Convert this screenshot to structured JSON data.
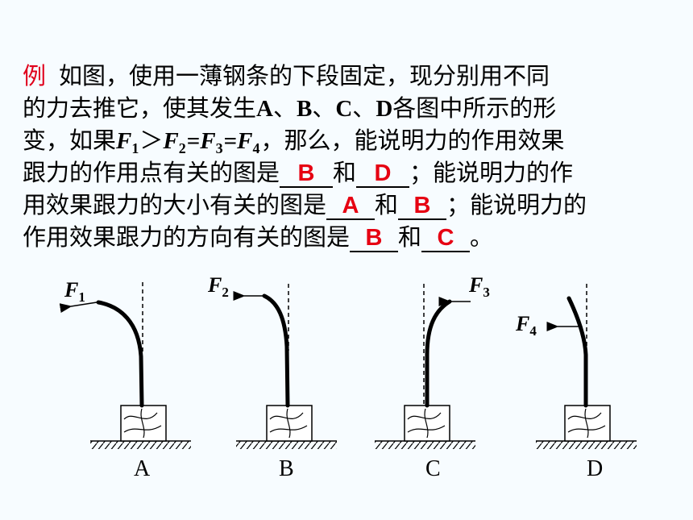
{
  "problem": {
    "lead": "例",
    "line1": "如图，使用一薄钢条的下段固定，现分别用不同",
    "line2": "的力去推它，使其发生",
    "line2_A": "A",
    "sep": "、",
    "line2_B": "B",
    "line2_C": "C",
    "line2_D": "D",
    "line2_tail": "各图中所示的形",
    "line3_a": "变，如果",
    "f_symbol": "F",
    "sub1": "1",
    "sub2": "2",
    "sub3": "3",
    "sub4": "4",
    "gt": "＞",
    "eq": "=",
    "line3_b": "，那么，能说明力的作用效果",
    "line4_a": "跟力的作用点有关的图是",
    "ans1": "B",
    "he": "和",
    "ans2": "D",
    "line4_b": "；能说明力的作",
    "line5_a": "用效果跟力的大小有关的图是",
    "ans3": "A",
    "ans4": "B",
    "line5_b": "；能说明力的",
    "line6_a": "作用效果跟力的方向有关的图是",
    "ans5": "B",
    "ans6": "C",
    "line6_b": "。"
  },
  "figures": [
    {
      "panel": "A",
      "force": "F",
      "sub": "1"
    },
    {
      "panel": "B",
      "force": "F",
      "sub": "2"
    },
    {
      "panel": "C",
      "force": "F",
      "sub": "3"
    },
    {
      "panel": "D",
      "force": "F",
      "sub": "4"
    }
  ]
}
